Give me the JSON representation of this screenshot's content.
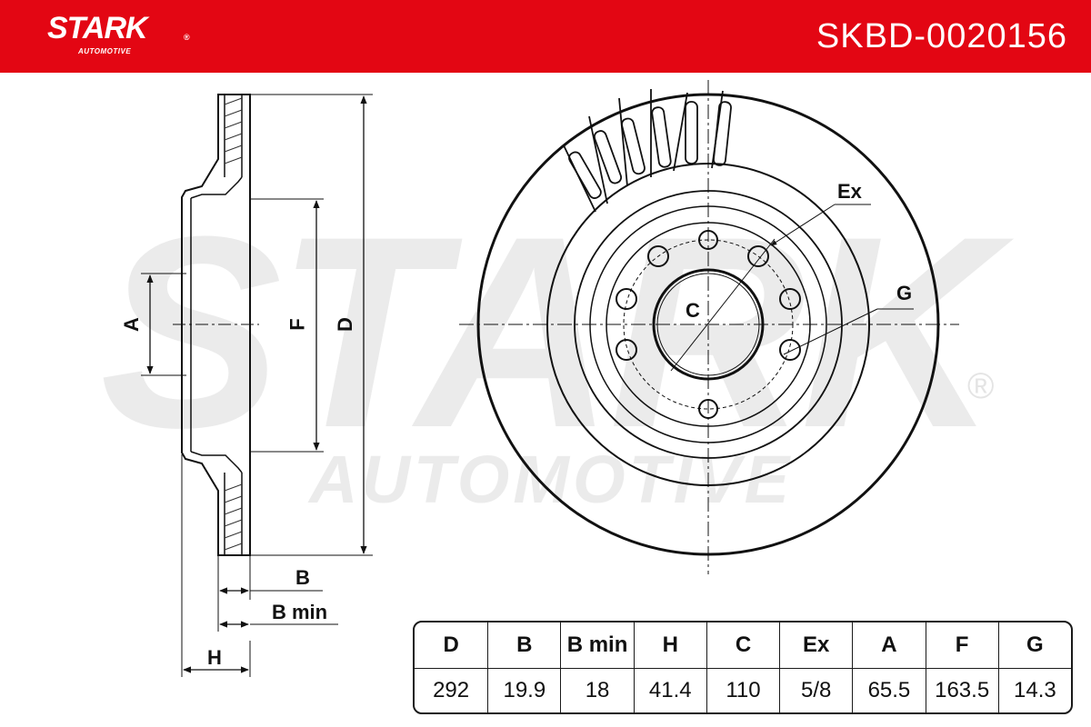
{
  "header": {
    "brand": "STARK",
    "brand_registered": "®",
    "brand_sub": "AUTOMOTIVE",
    "part_number": "SKBD-0020156",
    "bg_color": "#e30613"
  },
  "watermark": {
    "main": "STARK",
    "sub": "AUTOMOTIVE",
    "registered": "®"
  },
  "side_view_labels": {
    "A": "A",
    "F": "F",
    "D": "D",
    "B": "B",
    "B_min": "B min",
    "H": "H"
  },
  "front_view_labels": {
    "C": "C",
    "Ex": "Ex",
    "G": "G"
  },
  "specs": {
    "headers": [
      "D",
      "B",
      "B min",
      "H",
      "C",
      "Ex",
      "A",
      "F",
      "G"
    ],
    "values": [
      "292",
      "19.9",
      "18",
      "41.4",
      "110",
      "5/8",
      "65.5",
      "163.5",
      "14.3"
    ]
  }
}
